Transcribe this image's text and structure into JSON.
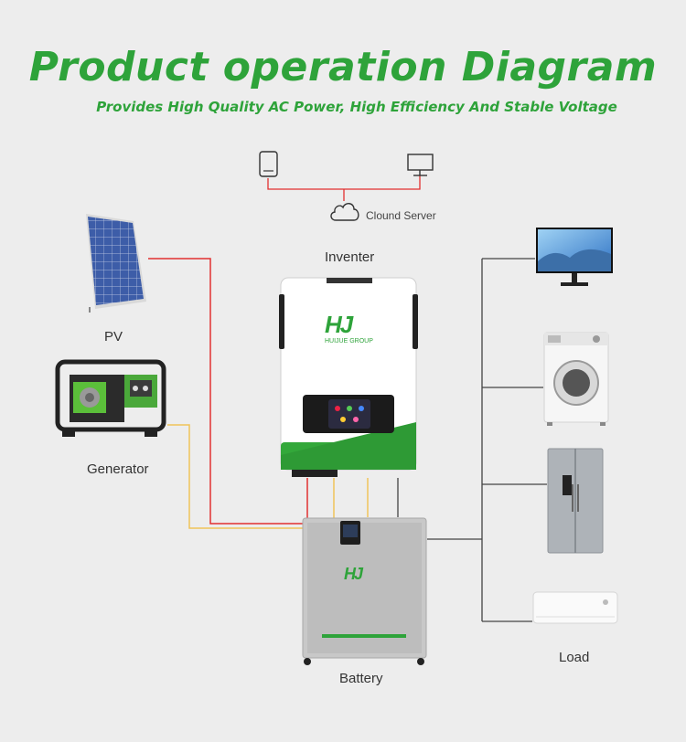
{
  "header": {
    "title": "Product operation Diagram",
    "subtitle": "Provides High Quality AC Power, High Efficiency And Stable Voltage"
  },
  "labels": {
    "cloud": "Clound Server",
    "inverter": "Inventer",
    "pv": "PV",
    "generator": "Generator",
    "battery": "Battery",
    "load": "Load"
  },
  "brand": {
    "logo_text": "HJ",
    "name": "HUIJUE GROUP"
  },
  "colors": {
    "accent_green": "#2ea33a",
    "wire_red": "#e23030",
    "wire_yellow": "#f0c45a",
    "wire_dark": "#444444"
  }
}
